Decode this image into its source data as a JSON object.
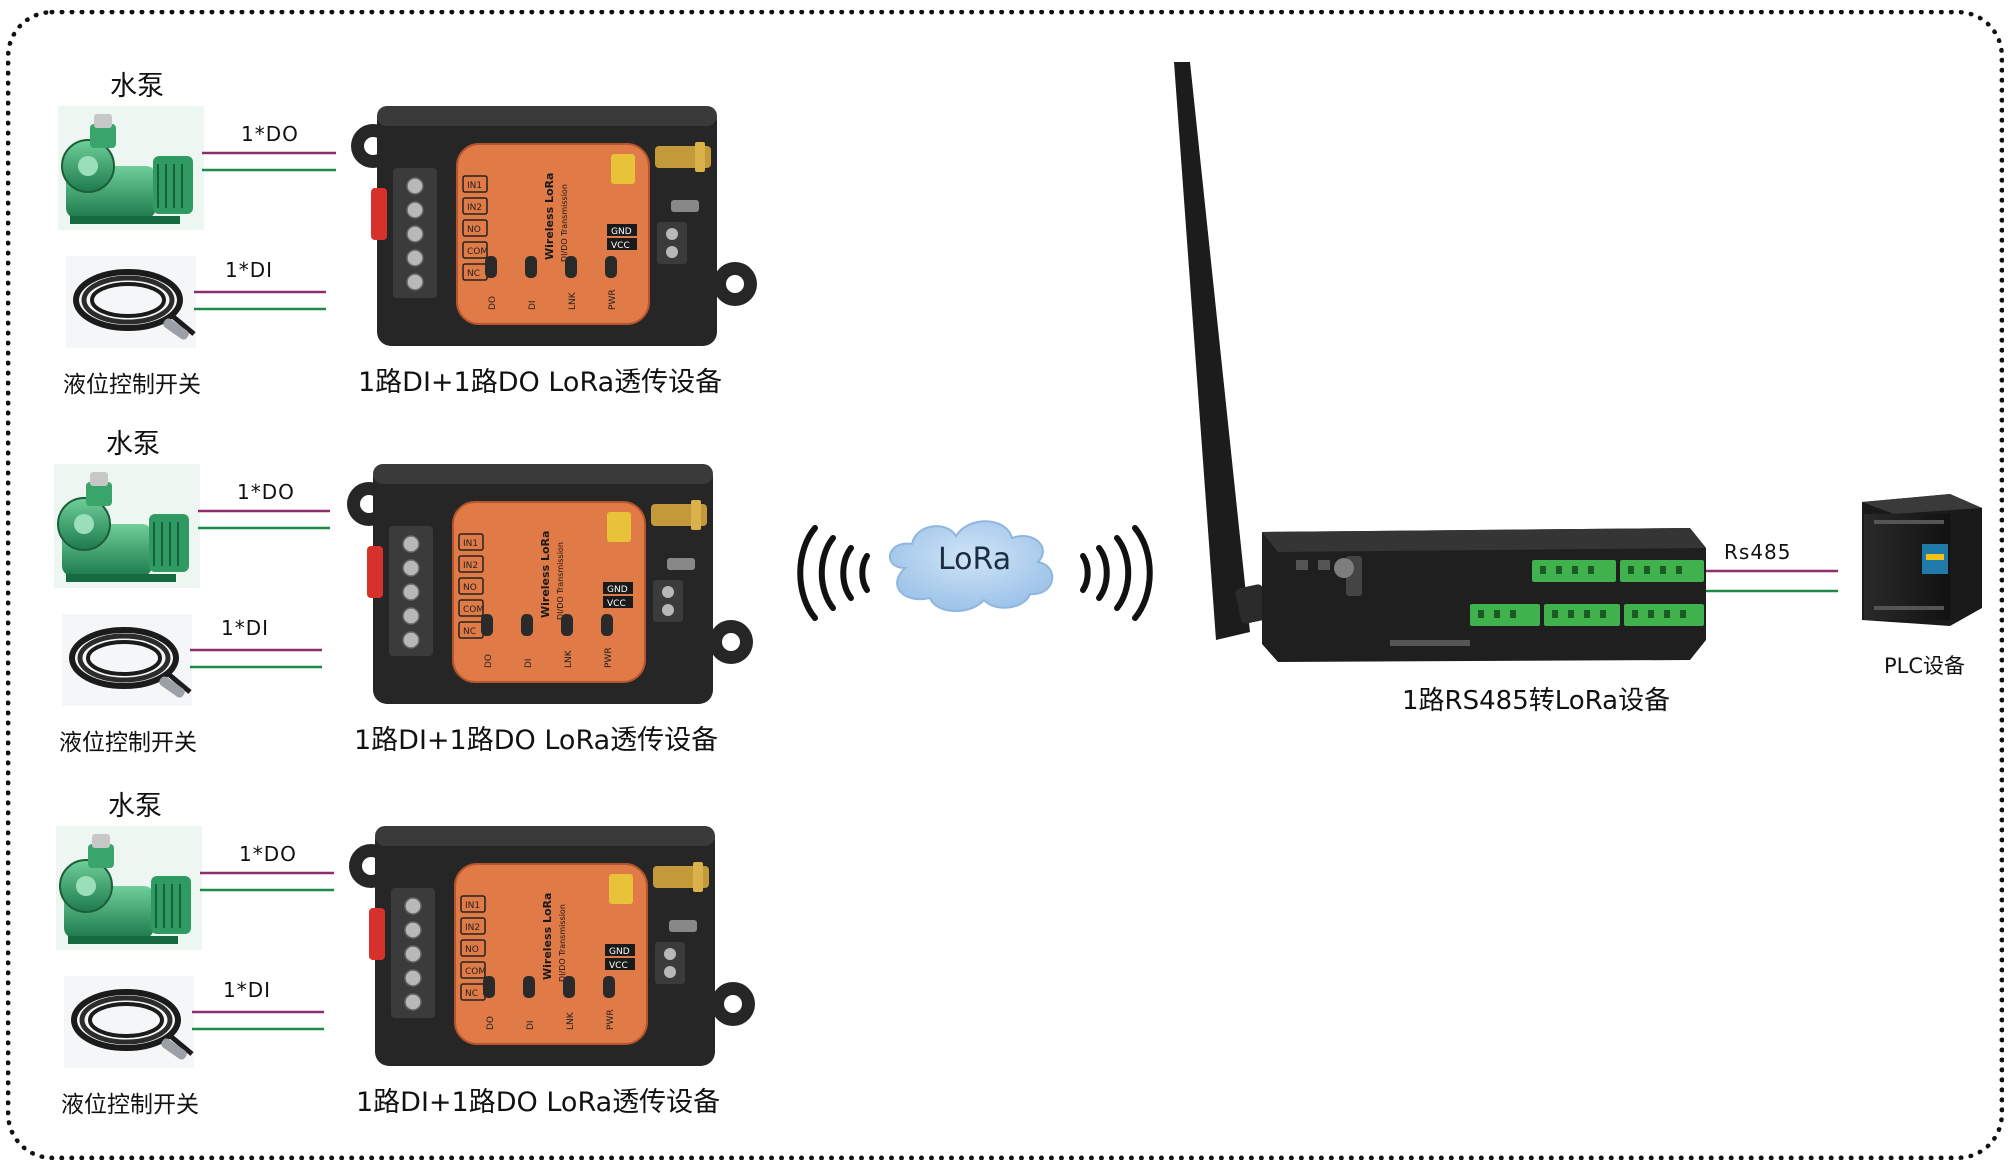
{
  "rows": [
    {
      "pump_label": "水泵",
      "do_label": "1*DO",
      "di_label": "1*DI",
      "switch_label": "液位控制开关",
      "device_label": "1路DI+1路DO LoRa透传设备"
    },
    {
      "pump_label": "水泵",
      "do_label": "1*DO",
      "di_label": "1*DI",
      "switch_label": "液位控制开关",
      "device_label": "1路DI+1路DO LoRa透传设备"
    },
    {
      "pump_label": "水泵",
      "do_label": "1*DO",
      "di_label": "1*DI",
      "switch_label": "液位控制开关",
      "device_label": "1路DI+1路DO LoRa透传设备"
    }
  ],
  "device_faceplate": {
    "title": "Wireless LoRa",
    "subtitle": "DI/DO Transmission",
    "indicators": [
      "DO",
      "DI",
      "LNK",
      "PWR"
    ],
    "ports": [
      "IN1",
      "IN2",
      "NO",
      "COM",
      "NC"
    ],
    "power": [
      "GND",
      "VCC"
    ]
  },
  "cloud_label": "LoRa",
  "gateway_label": "1路RS485转LoRa设备",
  "bus_label": "Rs485",
  "plc_label": "PLC设备",
  "colors": {
    "purple_wire": "#8b2f6f",
    "green_wire": "#1e8a4a",
    "device_orange": "#e07a46",
    "device_body": "#262626",
    "cloud": "#a9cdec"
  }
}
